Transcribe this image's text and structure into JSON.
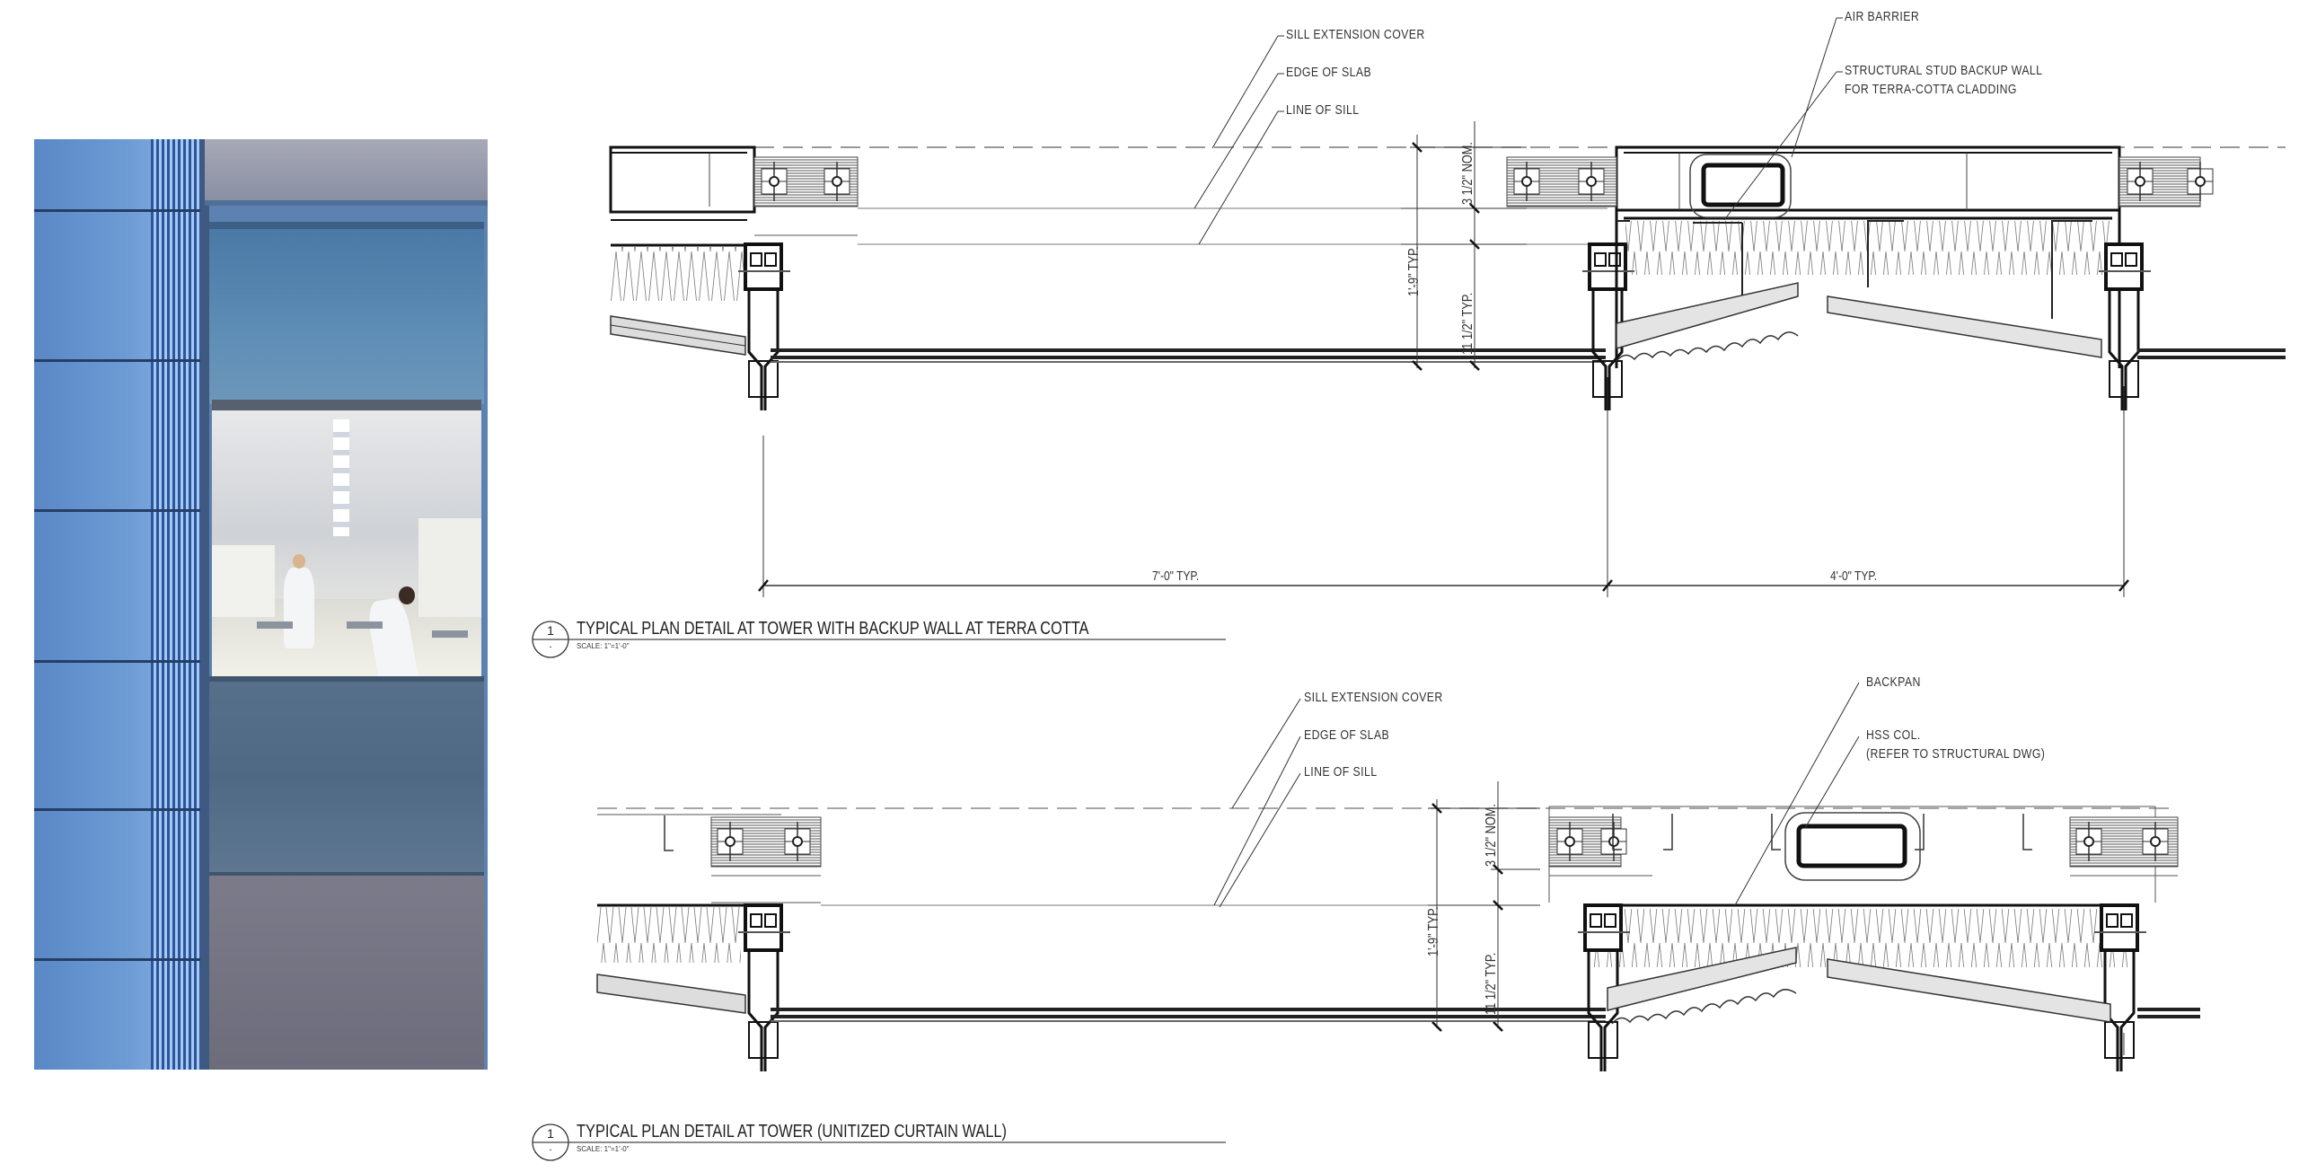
{
  "photo": {
    "description": "Rendered facade view: blue glazed terra-cotta cladding column beside unitized curtain wall glazing showing laboratory interior with two researchers in white lab coats",
    "colors": {
      "terra_cotta": "#5a88c6",
      "fins": "#2a55a0",
      "spandrel_glass": "#4a79a6",
      "vision_glass_low": "#566f8b"
    }
  },
  "detail_top": {
    "bubble_number": "1",
    "bubble_sheet": "-",
    "title": "TYPICAL PLAN DETAIL AT TOWER WITH BACKUP WALL AT TERRA COTTA",
    "scale": "SCALE: 1\"=1'-0\"",
    "notes": {
      "sill_extension_cover": "SILL EXTENSION COVER",
      "edge_of_slab": "EDGE OF SLAB",
      "line_of_sill": "LINE OF SILL",
      "air_barrier": "AIR BARRIER",
      "stud_wall_line1": "STRUCTURAL STUD BACKUP WALL",
      "stud_wall_line2": "FOR TERRA-COTTA CLADDING"
    },
    "dimensions": {
      "overall_depth": "1'-9\" TYP.",
      "upper": "3 1/2\" NOM.",
      "lower": "11 1/2\" TYP.",
      "module_left": "7'-0\" TYP.",
      "module_right": "4'-0\" TYP."
    }
  },
  "detail_bottom": {
    "bubble_number": "1",
    "bubble_sheet": "-",
    "title": "TYPICAL PLAN DETAIL AT TOWER (UNITIZED CURTAIN WALL)",
    "scale": "SCALE: 1\"=1'-0\"",
    "notes": {
      "sill_extension_cover": "SILL EXTENSION COVER",
      "edge_of_slab": "EDGE OF SLAB",
      "line_of_sill": "LINE OF SILL",
      "backpan": "BACKPAN",
      "hss_line1": "HSS COL.",
      "hss_line2": "(REFER TO STRUCTURAL DWG)"
    },
    "dimensions": {
      "overall_depth": "1'-9\" TYP.",
      "upper": "3 1/2\" NOM.",
      "lower": "11 1/2\" TYP."
    }
  }
}
